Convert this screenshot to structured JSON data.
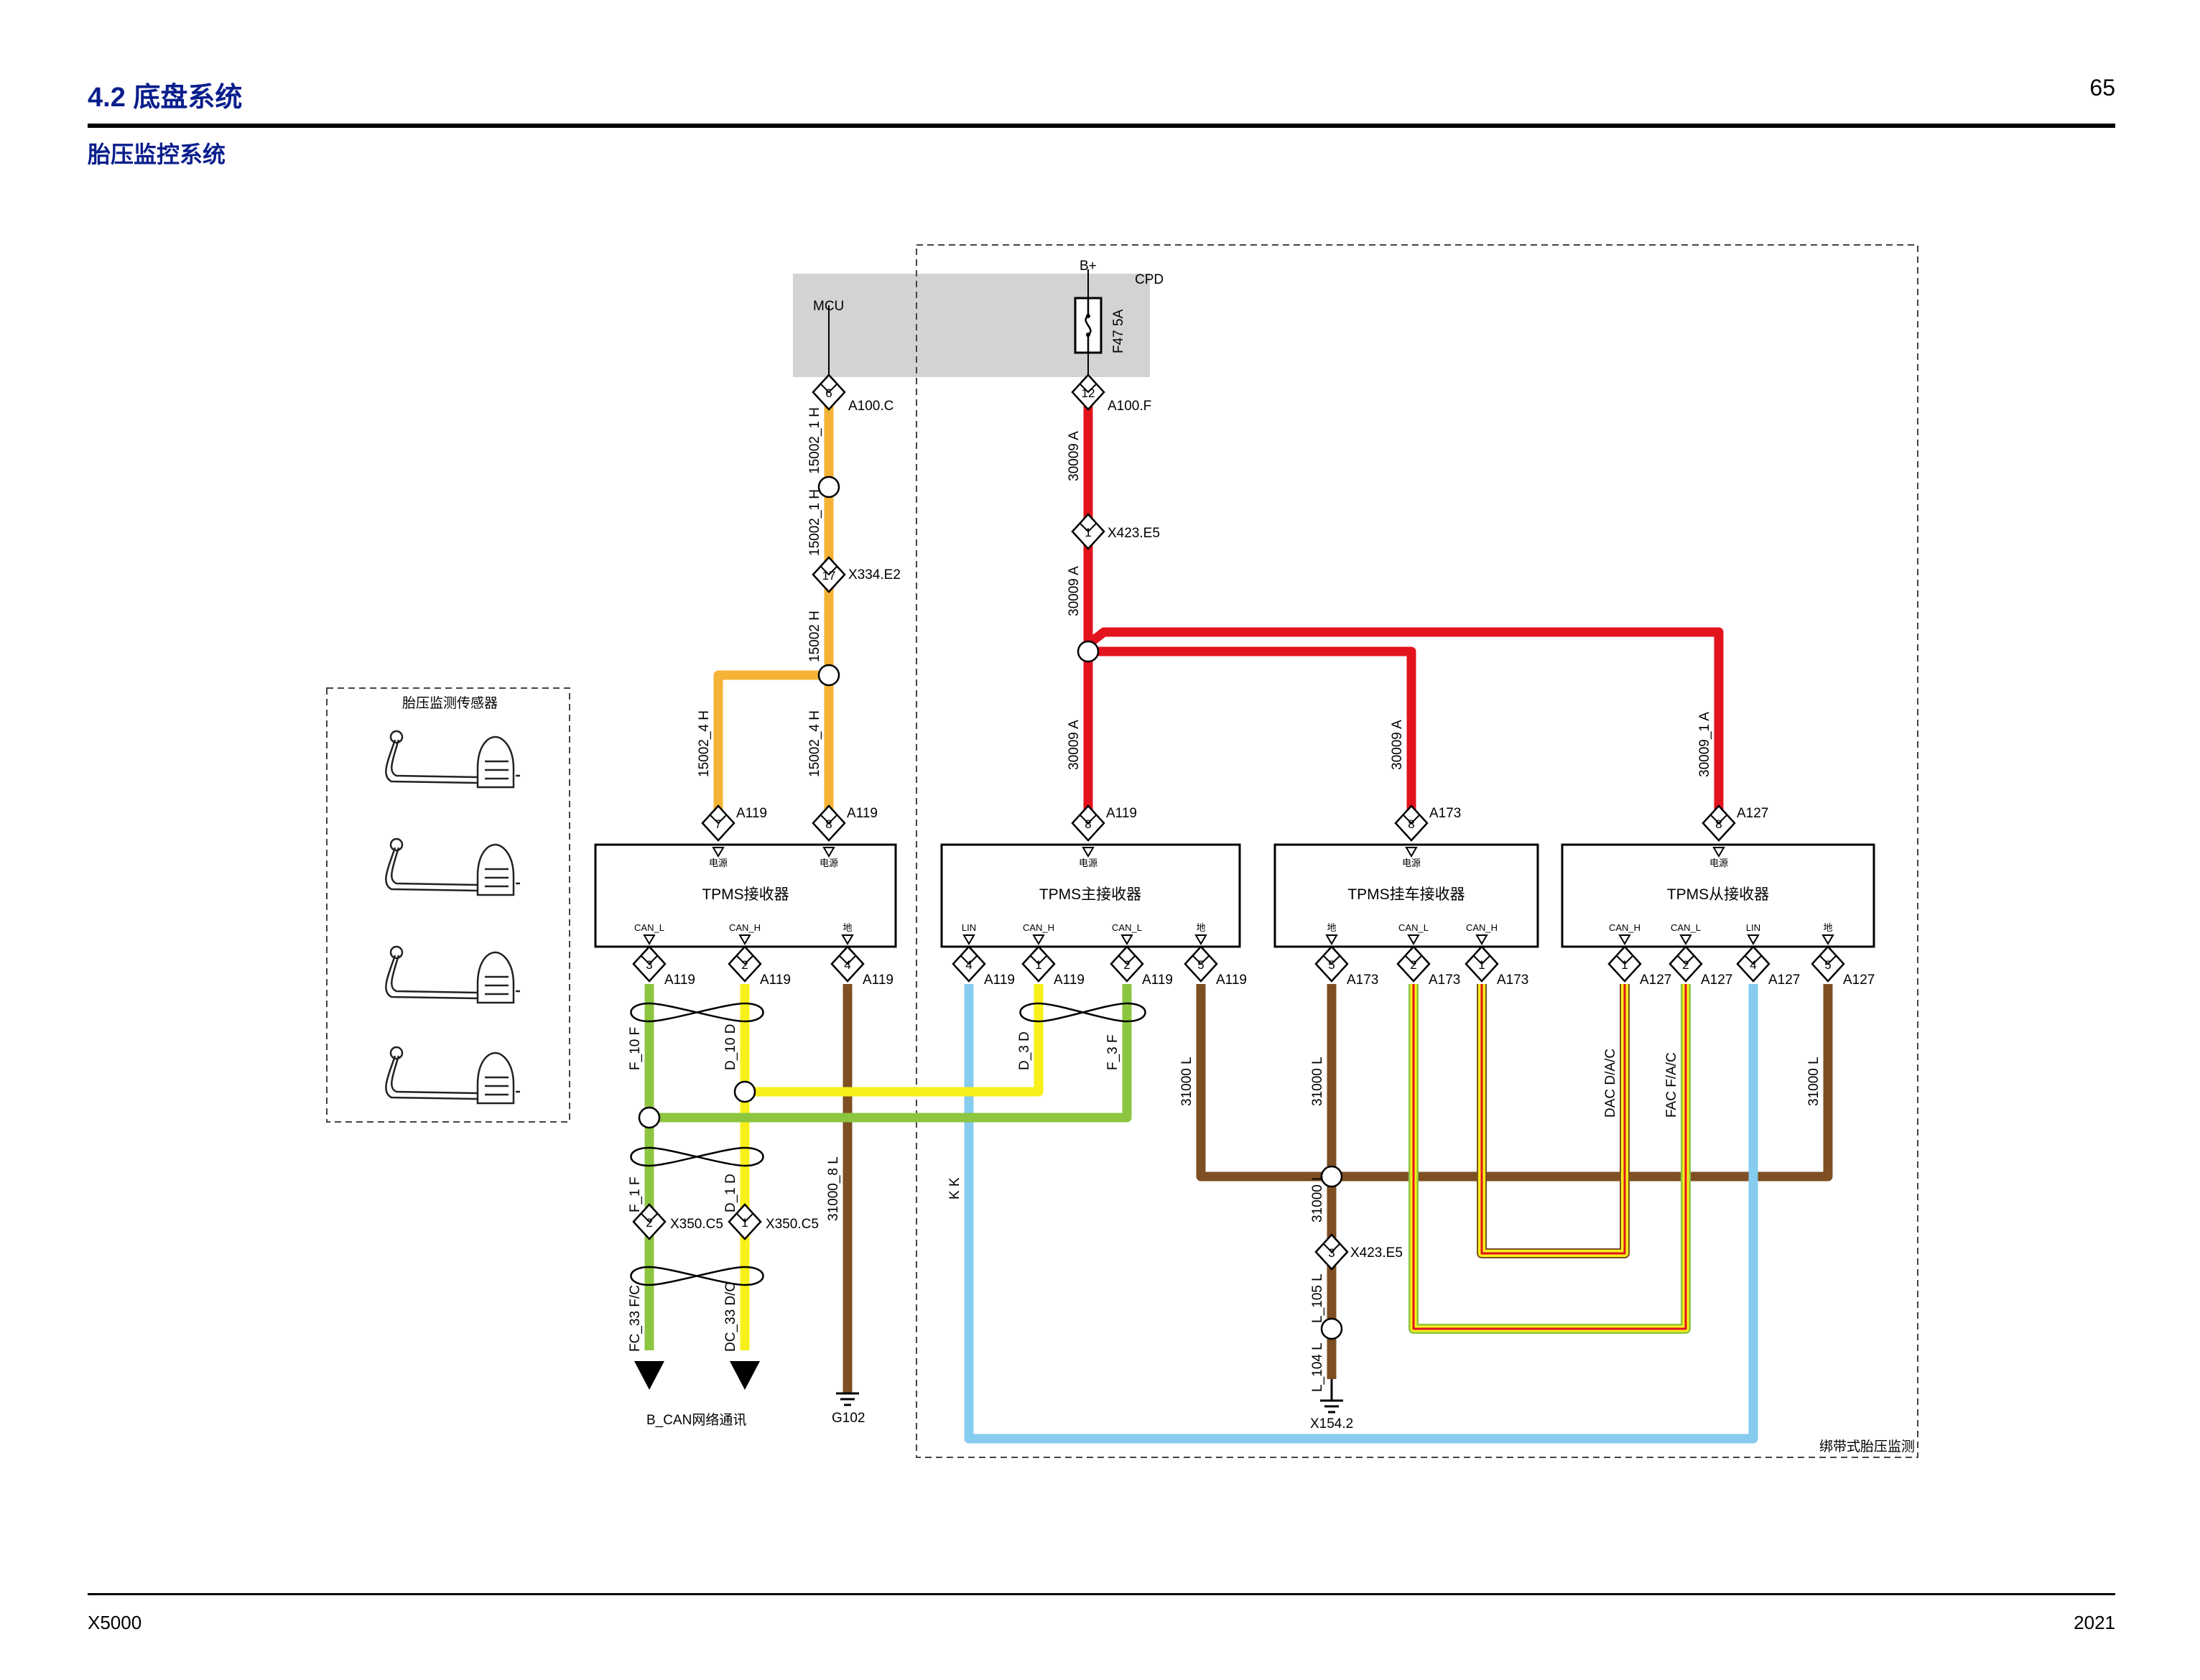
{
  "header": {
    "section": "4.2 底盘系统",
    "page_number": "65",
    "subtitle": "胎压监控系统"
  },
  "footer": {
    "model": "X5000",
    "year": "2021"
  },
  "colors": {
    "orange": "#f5b335",
    "red": "#e3131e",
    "brown": "#7e4f22",
    "blue": "#86ccef",
    "yellow": "#f7f01a",
    "green": "#8cc53f",
    "gray_box": "#d3d3d3"
  },
  "power": {
    "mcu": "MCU",
    "bplus": "B+",
    "cpd": "CPD",
    "fuse": "F47 5A"
  },
  "connectors": {
    "a100c": "A100.C",
    "a100f": "A100.F",
    "x334": "X334.E2",
    "x423": "X423.E5",
    "a119": "A119",
    "a173": "A173",
    "a127": "A127",
    "x350": "X350.C5"
  },
  "pins": {
    "p6": "6",
    "p12": "12",
    "p17": "17",
    "p1": "1",
    "p7": "7",
    "p8": "8",
    "p2": "2",
    "p3": "3",
    "p4": "4",
    "p5": "5"
  },
  "wires": {
    "w15002_1h": "15002_1 H",
    "w15002_h": "15002 H",
    "w15002_4h": "15002_4 H",
    "w30009a": "30009 A",
    "w30009_1a": "30009_1 A",
    "f10f": "F_10 F",
    "d10d": "D_10 D",
    "d3d": "D_3 D",
    "f3f": "F_3 F",
    "f1f": "F_1 F",
    "d1d": "D_1 D",
    "fc33": "FC_33 F/C",
    "dc33": "DC_33 D/C",
    "w31000_8l": "31000_8 L",
    "kk": "K K",
    "w31000l": "31000 L",
    "l105": "L_105 L",
    "l104": "L_104 L",
    "dac": "DAC D/A/C",
    "fac": "FAC F/A/C"
  },
  "modules": {
    "tpms_rx": "TPMS接收器",
    "tpms_main": "TPMS主接收器",
    "tpms_trailer": "TPMS挂车接收器",
    "tpms_slave": "TPMS从接收器"
  },
  "pin_labels": {
    "power": "电源",
    "ground": "地",
    "can_l": "CAN_L",
    "can_h": "CAN_H",
    "lin": "LIN"
  },
  "grounds": {
    "g102": "G102",
    "x154": "X154.2"
  },
  "labels": {
    "bcan": "B_CAN网络通讯",
    "sensor_box": "胎压监测传感器",
    "strap_box": "绑带式胎压监测"
  }
}
